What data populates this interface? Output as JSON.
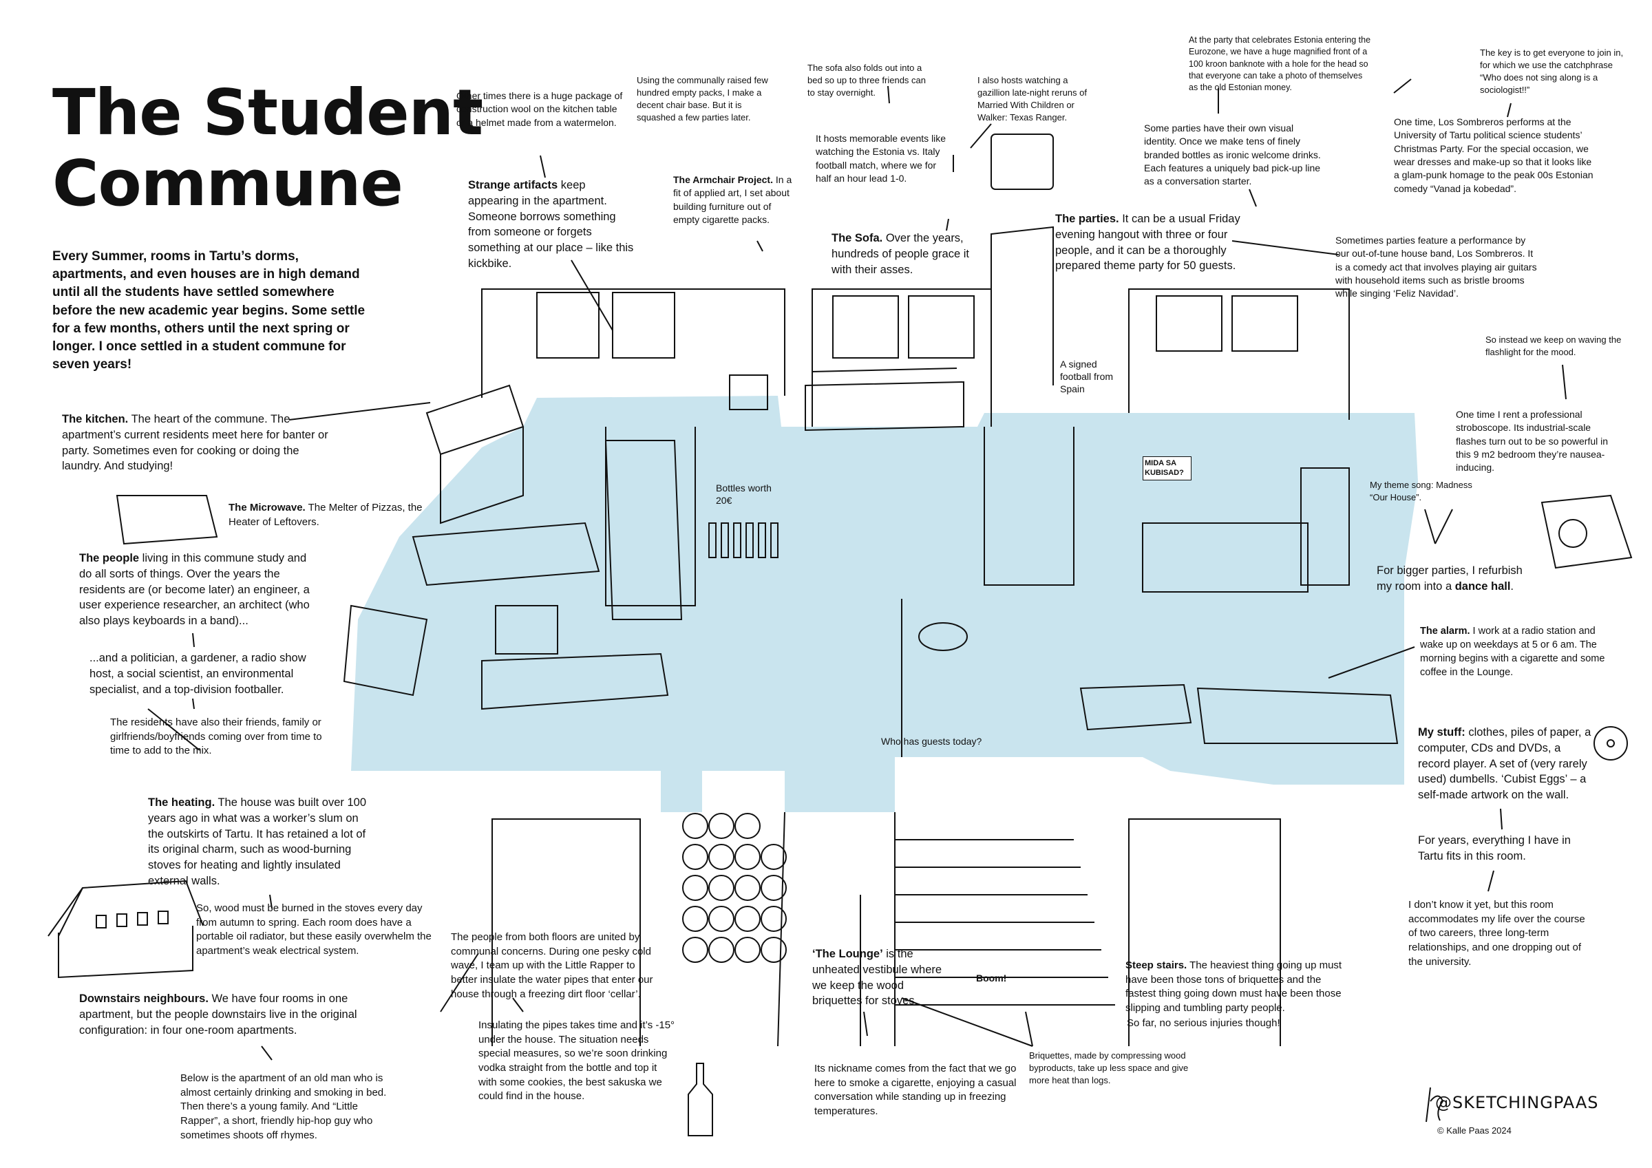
{
  "title": {
    "line1": "The Student",
    "line2": "Commune"
  },
  "intro": "Every Summer, rooms in Tartu’s dorms, apartments, and even houses are in high demand until all the students have settled somewhere before the new academic year begins. Some settle for a few months, others until the next spring or longer. I once settled in a student commune for seven years!",
  "notes": {
    "kitchen": {
      "lead": "The kitchen.",
      "text": " The heart of the commune. The apartment’s current residents meet here for banter or party. Sometimes even for cooking or doing the laundry. And studying!"
    },
    "microwave": {
      "lead": "The Microwave.",
      "text": " The Melter of Pizzas, the Heater of Leftovers."
    },
    "people": {
      "lead": "The people",
      "text": " living in this commune study and do all sorts of things. Over the years the residents are (or become later) an engineer, a user experience researcher, an architect (who also plays keyboards in a band)..."
    },
    "people2": "...and a politician, a gardener, a radio show host, a social scientist, an environmental specialist, and a top-division footballer.",
    "friends": "The residents have also their friends, family or girlfriends/boyfriends coming over from time to time to add to the mix.",
    "heating": {
      "lead": "The heating.",
      "text": " The house was built over 100 years ago in what was a worker’s slum on the outskirts of Tartu. It has retained a lot of its original charm, such as wood-burning stoves for heating and lightly insulated external walls."
    },
    "wood": "So, wood must be burned in the stoves every day from autumn to spring. Each room does have a portable oil radiator, but these easily overwhelm the apartment’s weak electrical system.",
    "downstairs": {
      "lead": "Downstairs neighbours.",
      "text": " We have four rooms in one apartment, but the people downstairs live in the original configuration: in four one-room apartments."
    },
    "oldman": "Below is the apartment of an old man who is almost certainly drinking and smoking in bed. Then there’s a young family. And “Little Rapper”, a short, friendly hip-hop guy who sometimes shoots off rhymes.",
    "wool": "Other times there is a huge package of construction wool on the kitchen table or a helmet made from a watermelon.",
    "artifacts": {
      "lead": "Strange artifacts",
      "text": " keep appearing in the apartment. Someone borrows something from someone or forgets something at our place – like this kickbike."
    },
    "packs": "Using the communally raised few hundred empty packs, I make a decent chair base. But it is squashed a few parties later.",
    "armchair": {
      "lead": "The Armchair Project.",
      "text": " In a fit of applied art, I set about building furniture out of empty cigarette packs."
    },
    "sofabed": "The sofa also folds out into a bed so up to three friends can to stay overnight.",
    "events": "It hosts memorable events like watching the Estonia vs. Italy football match, where we for half an hour lead 1-0.",
    "sofa": {
      "lead": "The Sofa.",
      "text": " Over the years, hundreds of people grace it with their asses."
    },
    "reruns": "I also hosts watching a gazillion late-night reruns of Married With Children or Walker: Texas Ranger.",
    "eurozone": "At the party that celebrates Estonia entering the Eurozone, we have a huge magnified front of a 100 kroon banknote with a hole for the head so that everyone can take a photo of themselves as the old Estonian money.",
    "identity": "Some parties have their own visual identity. Once we make tens of finely branded bottles as ironic welcome drinks. Each features a uniquely bad pick-up line as a conversation starter.",
    "parties": {
      "lead": "The parties.",
      "text": " It can be a usual Friday evening hangout with three or four people, and it can be a thoroughly prepared theme party for 50 guests."
    },
    "sociologist": "The key is to get everyone to join in, for which we use the catchphrase “Who does not sing along is a sociologist!!”",
    "sombreros": "One time, Los Sombreros performs at the University of Tartu political science students’ Christmas Party. For the special occasion, we wear dresses and make-up so that it looks like a glam-punk homage to the peak 00s Estonian comedy “Vanad ja kobedad”.",
    "band": "Sometimes parties feature a performance by our out-of-tune house band, Los Sombreros. It is a comedy act that involves playing air guitars with household items such as bristle brooms while singing ‘Feliz Navidad’.",
    "flashlight": "So instead we keep on waving the flashlight for the mood.",
    "strobe": "One time I rent a professional stroboscope. Its industrial-scale flashes turn out to be so powerful in this 9 m2 bedroom they’re nausea-inducing.",
    "themesong": "My theme song: Madness “Our House”.",
    "dancehall": {
      "text": "For bigger parties, I refurbish my room into a ",
      "bold": "dance hall",
      "end": "."
    },
    "alarm": {
      "lead": "The alarm.",
      "text": " I work at a radio station and wake up on weekdays at 5 or 6 am. The morning begins with a cigarette and some coffee in the Lounge."
    },
    "stuff": {
      "lead": "My stuff:",
      "text": " clothes, piles of paper, a computer, CDs and DVDs, a record player. A set of (very rarely used) dumbells. ‘Cubist Eggs’ – a self-made artwork on the wall."
    },
    "fits": "For years, everything I have in Tartu fits in this room.",
    "careers": "I don’t know it yet, but this room accommodates my life over the course of two careers, three long-term relationships, and one dropping out of the university.",
    "pipes": "The people from both floors are united by communal concerns. During one pesky cold wave, I team up with the Little Rapper to better insulate the water pipes that enter our house through a freezing dirt floor ‘cellar’.",
    "insulating": "Insulating the pipes takes time and it’s -15° under the house. The situation needs special measures, so we’re soon drinking vodka straight from the bottle and top it with some cookies, the best sakuska we could find in the house.",
    "lounge": {
      "lead": "‘The Lounge’",
      "text": " is the unheated vestibule where we keep the wood briquettes for stoves."
    },
    "nickname": "Its nickname comes from the fact that we go here to smoke a cigarette, enjoying a casual conversation while standing up in freezing temperatures.",
    "stairs": {
      "lead": "Steep stairs.",
      "text": " The heaviest thing going up must have been those tons of briquettes and the fastest thing going down must have been those slipping and tumbling party people."
    },
    "injuries": "So far, no serious injuries though!",
    "briquettes": "Briquettes, made by compressing wood byproducts, take up less space and give more heat than logs."
  },
  "labels": {
    "bottles": "Bottles worth 20€",
    "football": "A signed football from Spain",
    "guests": "Who has guests today?",
    "boom": "Boom!",
    "sign": "MIDA SA KUBISAD?"
  },
  "signature": {
    "handle": "@SKETCHINGPAAS",
    "copyright": "© Kalle Paas 2024"
  },
  "colors": {
    "floor": "#c9e4ee",
    "ink": "#111111",
    "paper": "#ffffff"
  }
}
